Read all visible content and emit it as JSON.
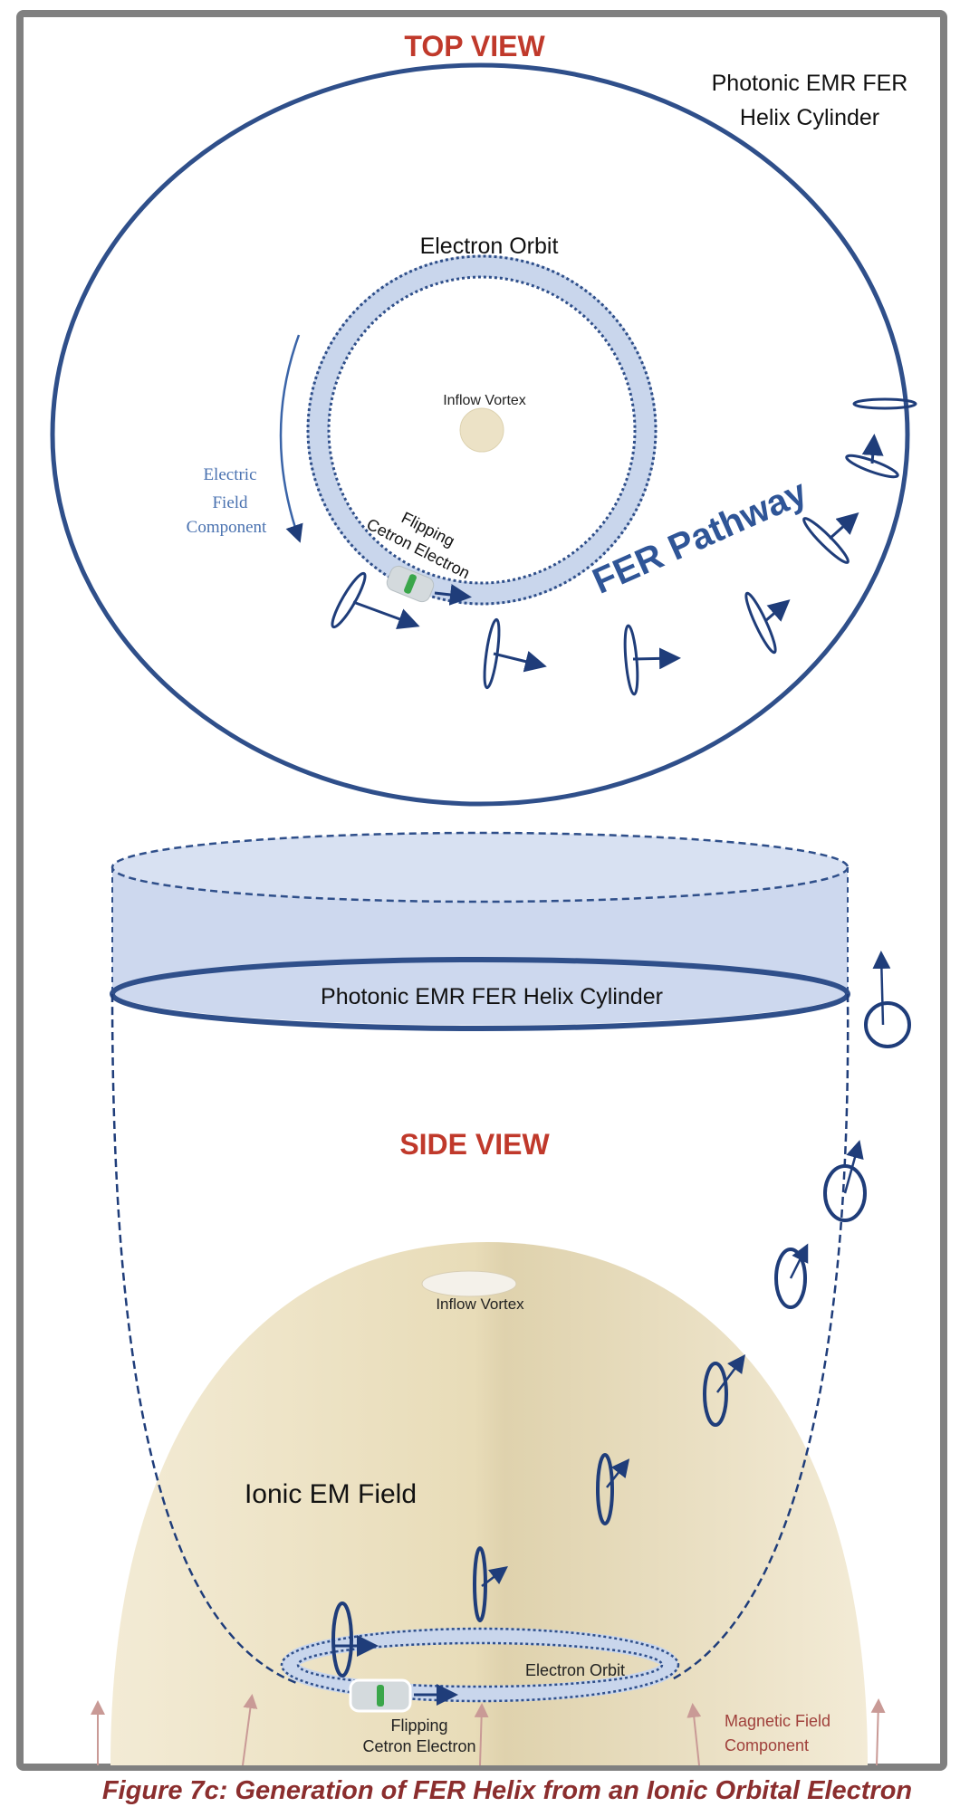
{
  "top_view": {
    "heading": "TOP VIEW",
    "cylinder_label_line1": "Photonic EMR FER",
    "cylinder_label_line2": "Helix Cylinder",
    "electron_orbit": "Electron Orbit",
    "inflow_vortex": "Inflow Vortex",
    "electric_line1": "Electric",
    "electric_line2": "Field",
    "electric_line3": "Component",
    "flipping": "Flipping",
    "cetron_electron": "Cetron Electron",
    "fer_pathway": "FER Pathway"
  },
  "side_view": {
    "heading": "SIDE VIEW",
    "cylinder_label": "Photonic EMR FER Helix Cylinder",
    "inflow_vortex": "Inflow Vortex",
    "ionic_field": "Ionic EM Field",
    "electron_orbit": "Electron Orbit",
    "flipping": "Flipping",
    "cetron_electron": "Cetron Electron",
    "magnetic_line1": "Magnetic Field",
    "magnetic_line2": "Component"
  },
  "caption": "Figure 7c:  Generation of FER Helix from an Ionic Orbital Electron",
  "colors": {
    "heading": "#c0392b",
    "blue": "#2f5597",
    "light_blue": "#c9d6ec",
    "beige": "#ede3c4",
    "magnetic": "#a0413c",
    "caption": "#8b2e2e",
    "frame": "#808080"
  }
}
